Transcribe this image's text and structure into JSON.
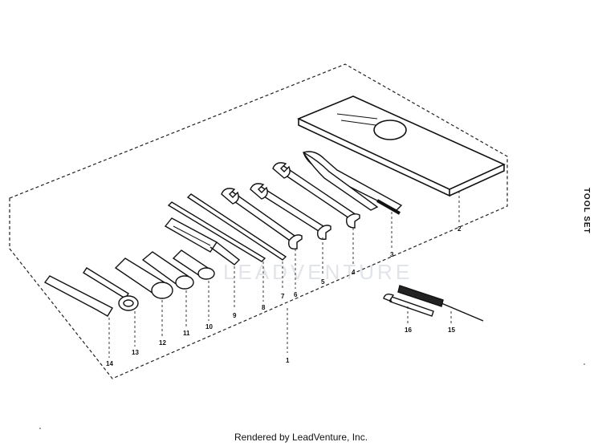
{
  "diagram": {
    "title": "TOOL SET",
    "watermark": "LEADVENTURE",
    "parts": [
      {
        "id": "p1",
        "label": "1"
      },
      {
        "id": "p2",
        "label": "2"
      },
      {
        "id": "p3",
        "label": "3"
      },
      {
        "id": "p4",
        "label": "4"
      },
      {
        "id": "p5",
        "label": "5"
      },
      {
        "id": "p6",
        "label": "6"
      },
      {
        "id": "p7",
        "label": "7"
      },
      {
        "id": "p8",
        "label": "8"
      },
      {
        "id": "p9",
        "label": "9"
      },
      {
        "id": "p10",
        "label": "10"
      },
      {
        "id": "p11",
        "label": "11"
      },
      {
        "id": "p12",
        "label": "12"
      },
      {
        "id": "p13",
        "label": "13"
      },
      {
        "id": "p14",
        "label": "14"
      },
      {
        "id": "p15",
        "label": "15"
      },
      {
        "id": "p16",
        "label": "16"
      }
    ]
  },
  "footer": {
    "text": "Rendered by LeadVenture, Inc."
  }
}
